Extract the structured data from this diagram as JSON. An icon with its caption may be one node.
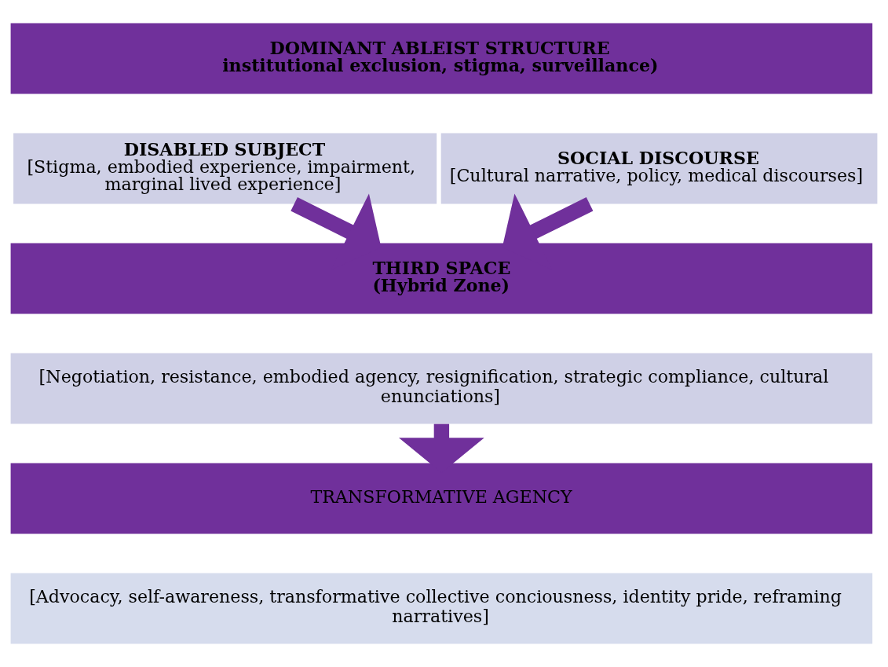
{
  "diagram": {
    "nodes": [
      {
        "text": [
          "DOMINANT ABLEIST STRUCTURE",
          "institutional exclusion, stigma, surveillance)"
        ]
      },
      {
        "text": [
          "DISABLED SUBJECT",
          "[Stigma, embodied experience, impairment, marginal lived experience]"
        ]
      },
      {
        "text": [
          "SOCIAL DISCOURSE",
          "[Cultural narrative, policy, medical discourses]"
        ]
      },
      {
        "text": [
          "THIRD SPACE",
          "(Hybrid Zone)"
        ]
      },
      {
        "text": [
          "[Negotiation, resistance, embodied agency, resignification, strategic compliance, cultural enunciations]"
        ]
      },
      {
        "text": [
          "TRANSFORMATIVE AGENCY"
        ]
      },
      {
        "text": [
          "[Advocacy, self-awareness, transformative collective conciousness, identity pride, reframing narratives]"
        ]
      }
    ],
    "edges": [
      {
        "from": 1,
        "to": 3,
        "arrow": "to"
      },
      {
        "from": 2,
        "to": 3,
        "arrow": "to"
      },
      {
        "from": 4,
        "to": 5,
        "arrow": "to"
      }
    ]
  }
}
